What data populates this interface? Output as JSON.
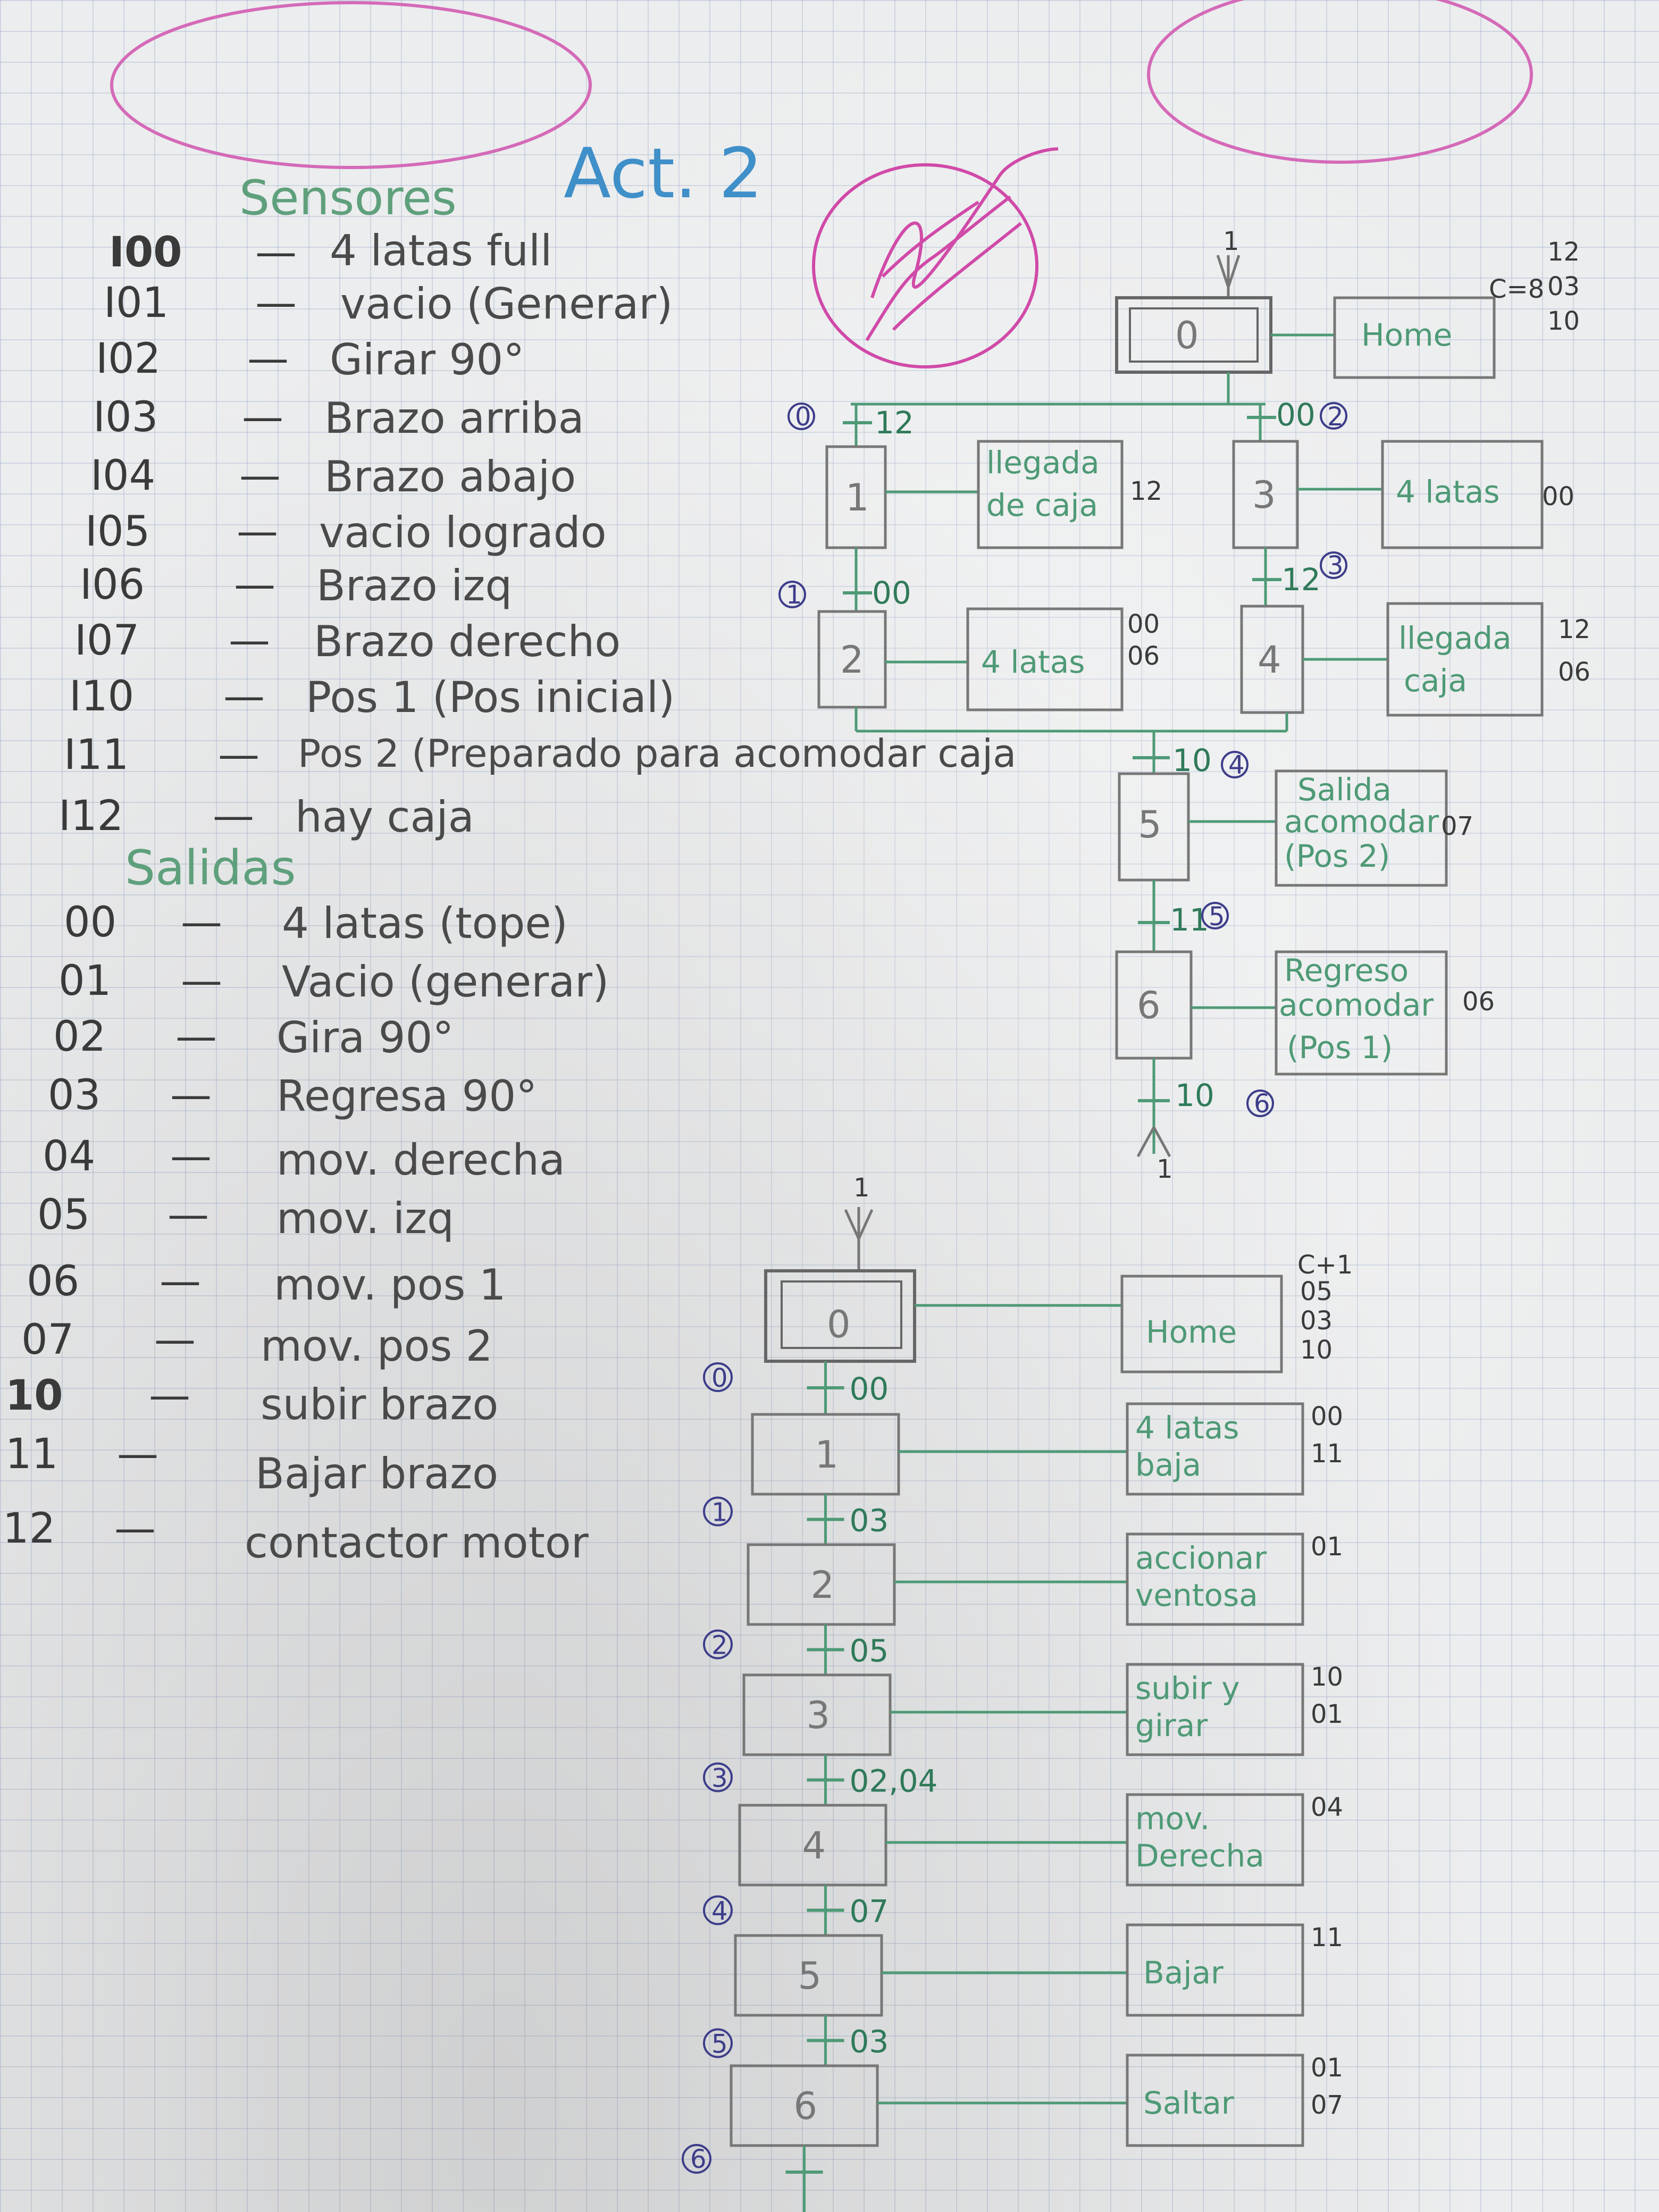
{
  "title": "Act. 2",
  "sensors": {
    "heading": "Sensores",
    "items": [
      {
        "code": "I00",
        "desc": "4 latas full"
      },
      {
        "code": "I01",
        "desc": "vacio (Generar)"
      },
      {
        "code": "I02",
        "desc": "Girar 90°"
      },
      {
        "code": "I03",
        "desc": "Brazo arriba"
      },
      {
        "code": "I04",
        "desc": "Brazo abajo"
      },
      {
        "code": "I05",
        "desc": "vacio logrado"
      },
      {
        "code": "I06",
        "desc": "Brazo izq"
      },
      {
        "code": "I07",
        "desc": "Brazo derecho"
      },
      {
        "code": "I10",
        "desc": "Pos 1 (Pos inicial)"
      },
      {
        "code": "I11",
        "desc": "Pos 2 (Preparado para acomodar caja"
      },
      {
        "code": "I12",
        "desc": "hay caja"
      }
    ]
  },
  "outputs": {
    "heading": "Salidas",
    "items": [
      {
        "code": "00",
        "desc": "4 latas (tope)"
      },
      {
        "code": "01",
        "desc": "Vacio (generar)"
      },
      {
        "code": "02",
        "desc": "Gira 90°"
      },
      {
        "code": "03",
        "desc": "Regresa 90°"
      },
      {
        "code": "04",
        "desc": "mov. derecha"
      },
      {
        "code": "05",
        "desc": "mov. izq"
      },
      {
        "code": "06",
        "desc": "mov. pos 1"
      },
      {
        "code": "07",
        "desc": "mov. pos 2"
      },
      {
        "code": "10",
        "desc": "subir brazo"
      },
      {
        "code": "11",
        "desc": "Bajar brazo"
      },
      {
        "code": "12",
        "desc": "contactor motor"
      }
    ]
  },
  "grafcet1": {
    "init_step": "0",
    "init_action": "Home",
    "init_action_outputs": [
      "12",
      "03",
      "10"
    ],
    "init_action_note": "C=8",
    "branch_left": [
      {
        "transition": "12",
        "circle": "0",
        "step": "1",
        "action": "llegada de caja",
        "outputs": [
          "12"
        ]
      },
      {
        "transition": "00",
        "circle": "1",
        "step": "2",
        "action": "4 latas",
        "outputs": [
          "00",
          "06"
        ]
      }
    ],
    "branch_right": [
      {
        "transition": "00",
        "circle": "2",
        "step": "3",
        "action": "4 latas",
        "outputs": [
          "00"
        ]
      },
      {
        "transition": "12",
        "circle": "3",
        "step": "4",
        "action": "llegada caja",
        "outputs": [
          "12",
          "06"
        ]
      }
    ],
    "after_join": [
      {
        "transition": "10",
        "circle": "4",
        "step": "5",
        "action": "Salida acomodar (Pos 2)",
        "outputs": [
          "07"
        ]
      },
      {
        "transition": "11",
        "circle": "5",
        "step": "6",
        "action": "Regreso acomodar (Pos 1)",
        "outputs": [
          "06"
        ]
      }
    ],
    "final_transition": "10",
    "final_circle": "6",
    "loop_label": "1"
  },
  "grafcet2": {
    "loop_label": "1",
    "init_step": "0",
    "init_action": "Home",
    "init_action_outputs": [
      "C+1",
      "05",
      "03",
      "10"
    ],
    "steps": [
      {
        "transition": "00",
        "circle": "0",
        "step": "1",
        "action": "4 latas baja",
        "outputs": [
          "00",
          "11"
        ]
      },
      {
        "transition": "03",
        "circle": "1",
        "step": "2",
        "action": "accionar ventosa",
        "outputs": [
          "01"
        ]
      },
      {
        "transition": "05",
        "circle": "2",
        "step": "3",
        "action": "subir y girar",
        "outputs": [
          "10",
          "01"
        ]
      },
      {
        "transition": "02,04",
        "circle": "3",
        "step": "4",
        "action": "mov. Derecha",
        "outputs": [
          "04"
        ]
      },
      {
        "transition": "07",
        "circle": "4",
        "step": "5",
        "action": "Bajar",
        "outputs": [
          "11"
        ]
      },
      {
        "transition": "03",
        "circle": "5",
        "step": "6",
        "action": "Saltar",
        "outputs": [
          "01",
          "07"
        ]
      }
    ],
    "last_circle": "6"
  },
  "colors": {
    "pencil": "#777777",
    "green_pen": "#4e9a76",
    "blue_pen": "#3f8fc9",
    "pink_pen": "#d04aa8",
    "ink": "#3a3a3a"
  }
}
